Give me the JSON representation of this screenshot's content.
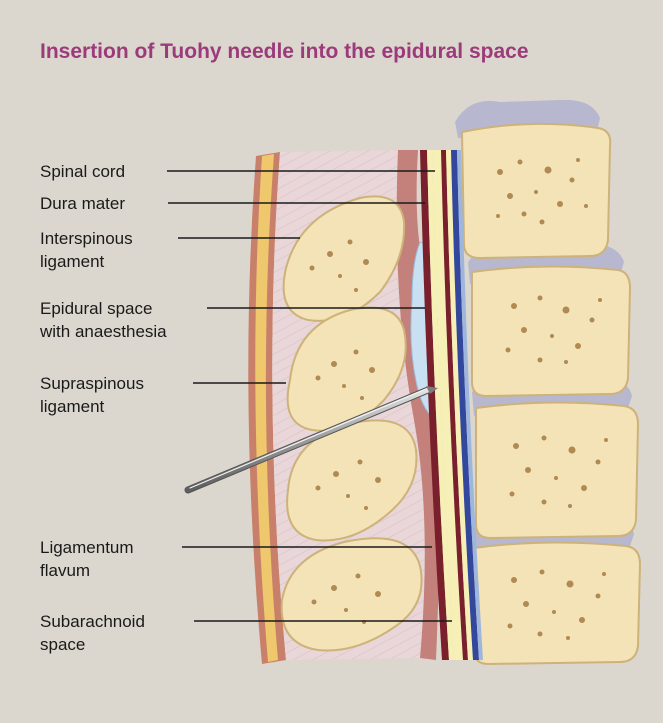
{
  "title": "Insertion of Tuohy needle into the epidural space",
  "labels": {
    "spinal_cord": "Spinal cord",
    "dura_mater": "Dura mater",
    "interspinous": [
      "Interspinous",
      "ligament"
    ],
    "epidural": [
      "Epidural space",
      "with anaesthesia"
    ],
    "supraspinous": [
      "Supraspinous",
      "ligament"
    ],
    "ligamentum": [
      "Ligamentum",
      "flavum"
    ],
    "subarachnoid": [
      "Subarachnoid",
      "space"
    ]
  },
  "colors": {
    "background": "#dcd7ce",
    "title": "#9c3b7b",
    "bone": "#f3e3b6",
    "bone_outline": "#cdb27a",
    "skin": "#c9806a",
    "ligament_band": "#efc76c",
    "ligament_tissue": "#e9d6d8",
    "flavum": "#c4807a",
    "epidural_fluid": "#c9dff2",
    "dura": "#7a1f2c",
    "cord": "#f6efb6",
    "membrane_blue": "#33479c",
    "disc": "#b7b8cf",
    "needle": "#9a9a9a"
  }
}
